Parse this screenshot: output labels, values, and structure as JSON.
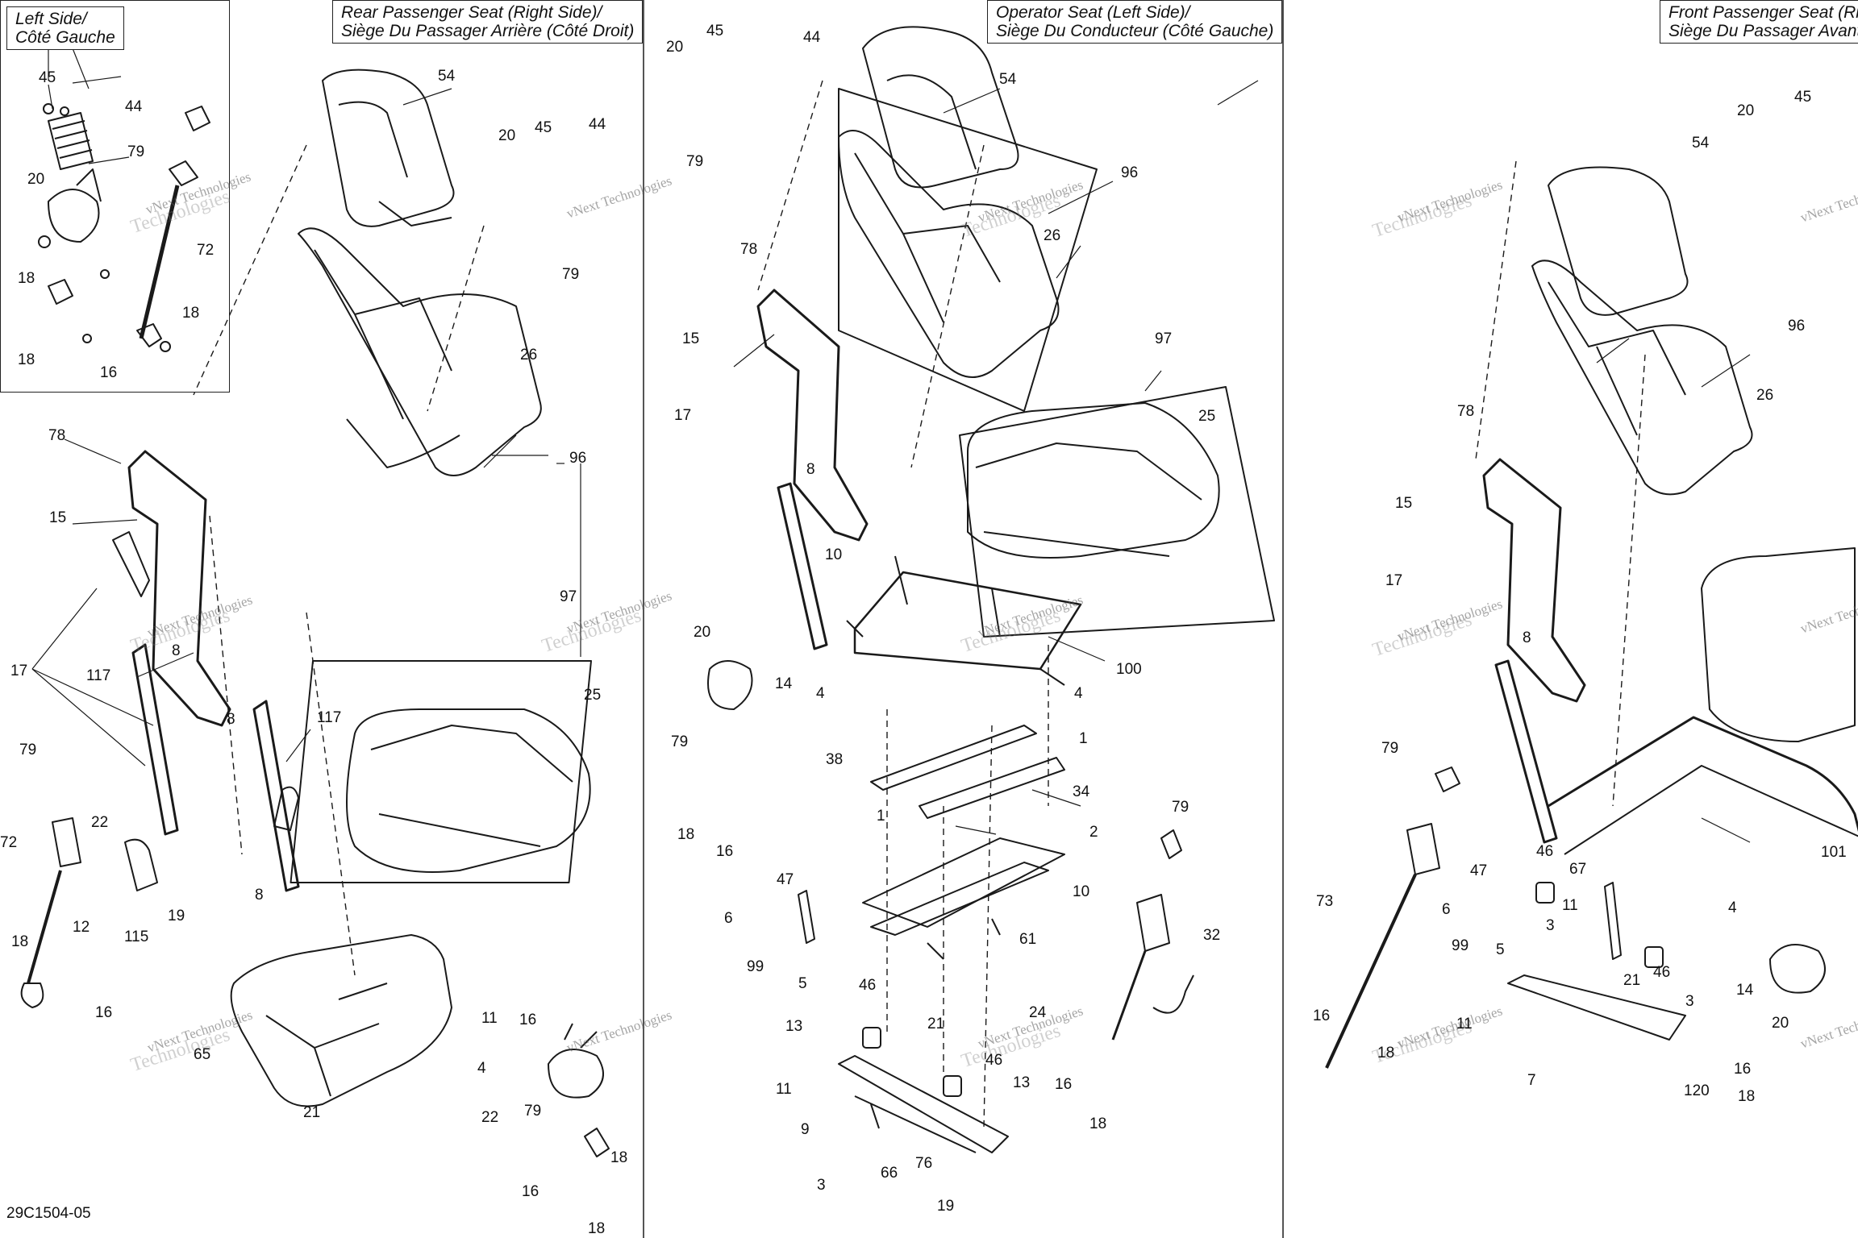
{
  "diagram_code": "29C1504-05",
  "panels": {
    "left_inset_title": [
      "Left Side/",
      "Côté Gauche"
    ],
    "rear_passenger_title": [
      "Rear Passenger Seat (Right Side)/",
      "Siège Du Passager Arrière (Côté Droit)"
    ],
    "operator_title": [
      "Operator Seat (Left Side)/",
      "Siège Du Conducteur (Côté Gauche)"
    ],
    "front_passenger_title": [
      "Front Passenger Seat (Rig",
      "Siège Du Passager Avant"
    ]
  },
  "watermark": {
    "line1": "vNext Technologies",
    "line2": "vNext",
    "line3": "Technologies"
  },
  "callouts_left_inset": [
    "45",
    "44",
    "79",
    "20",
    "72",
    "18",
    "18",
    "16",
    "18"
  ],
  "callouts_rear": [
    "54",
    "20",
    "45",
    "44",
    "79",
    "26",
    "96",
    "78",
    "15",
    "17",
    "8",
    "117",
    "117",
    "8",
    "8",
    "79",
    "72",
    "22",
    "12",
    "115",
    "19",
    "18",
    "16",
    "97",
    "25",
    "65",
    "11",
    "4",
    "21",
    "22",
    "16",
    "79",
    "18",
    "16",
    "18"
  ],
  "callouts_operator": [
    "20",
    "45",
    "44",
    "54",
    "79",
    "96",
    "26",
    "78",
    "15",
    "17",
    "8",
    "97",
    "25",
    "10",
    "100",
    "20",
    "14",
    "4",
    "4",
    "1",
    "79",
    "38",
    "34",
    "1",
    "2",
    "18",
    "16",
    "10",
    "61",
    "47",
    "6",
    "99",
    "5",
    "79",
    "32",
    "46",
    "24",
    "13",
    "21",
    "16",
    "18",
    "46",
    "11",
    "13",
    "9",
    "3",
    "66",
    "76",
    "19"
  ],
  "callouts_front": [
    "20",
    "45",
    "54",
    "96",
    "26",
    "78",
    "15",
    "17",
    "8",
    "79",
    "101",
    "73",
    "46",
    "47",
    "67",
    "6",
    "99",
    "5",
    "11",
    "3",
    "4",
    "46",
    "21",
    "14",
    "20",
    "16",
    "18",
    "11",
    "3",
    "7",
    "120",
    "16",
    "18"
  ]
}
